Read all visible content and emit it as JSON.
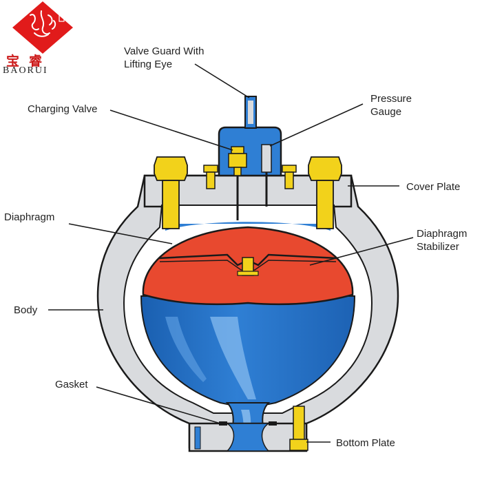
{
  "logo": {
    "brand_cn": "宝睿",
    "brand_en": "BAORUI",
    "brand_color": "#cc1a1a"
  },
  "labels": {
    "valve_guard": [
      "Valve Guard With",
      "Lifting Eye"
    ],
    "charging_valve": "Charging Valve",
    "pressure_gauge": [
      "Pressure",
      "Gauge"
    ],
    "cover_plate": "Cover Plate",
    "diaphragm": "Diaphragm",
    "diaphragm_stabilizer": [
      "Diaphragm",
      "Stabilizer"
    ],
    "body": "Body",
    "gasket": "Gasket",
    "bottom_plate": "Bottom Plate"
  },
  "colors": {
    "body_gray": "#d9dbde",
    "outline": "#1a1a1a",
    "diaphragm_red": "#e8492f",
    "water_blue": "#1f6fc4",
    "water_light": "#5fa3e6",
    "bolt_yellow": "#f2d21b"
  }
}
